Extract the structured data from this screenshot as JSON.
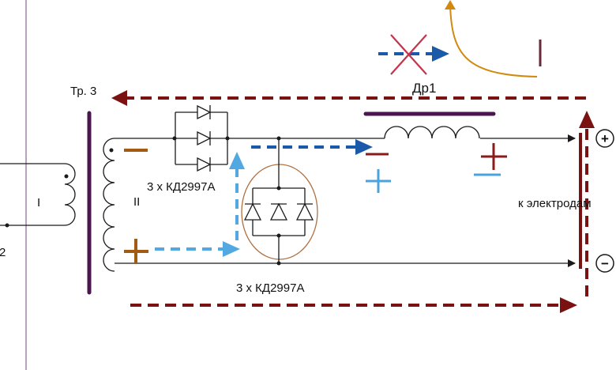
{
  "labels": {
    "transformer": "Тр. 3",
    "winding_primary": "I",
    "winding_secondary": "II",
    "left_edge_number": "2",
    "diode_bridge_top": "3 х КД2997А",
    "diode_bridge_bottom": "3 х КД2997А",
    "choke": "Др1",
    "electrodes": "к электродам",
    "terminal_plus": "+",
    "terminal_minus": "−"
  },
  "colors": {
    "wire": "#1a1a1a",
    "core": "#4b1650",
    "current_loop": "#7b1212",
    "arrow_blue_dark": "#1a5aa8",
    "arrow_blue_light": "#52a8e0",
    "sign_brown": "#a35a12",
    "sign_red": "#8b1a1a",
    "sign_blue": "#4aa3df",
    "choke_curve": "#d08a10",
    "module_circle": "#b07040",
    "axis_line": "#6a4a7a"
  }
}
